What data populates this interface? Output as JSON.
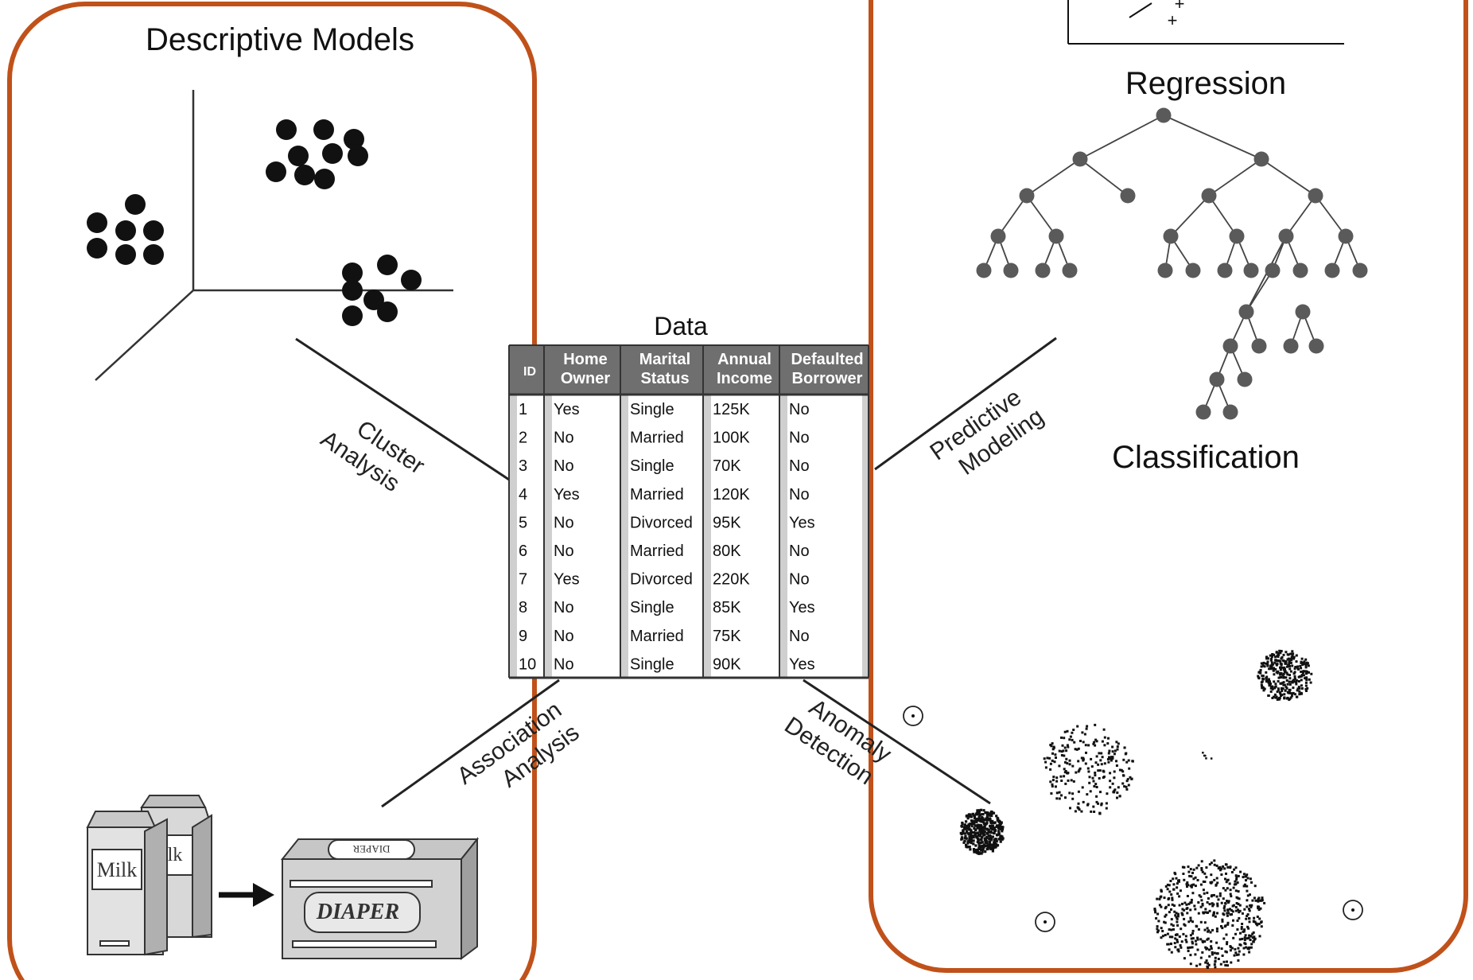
{
  "panels": {
    "descriptive_title": "Descriptive Models",
    "regression_label": "Regression",
    "classification_label": "Classification",
    "accent_color": "#c0511a"
  },
  "data_table": {
    "title": "Data",
    "headers": [
      "ID",
      "Home Owner",
      "Marital Status",
      "Annual Income",
      "Defaulted Borrower"
    ],
    "rows": [
      [
        "1",
        "Yes",
        "Single",
        "125K",
        "No"
      ],
      [
        "2",
        "No",
        "Married",
        "100K",
        "No"
      ],
      [
        "3",
        "No",
        "Single",
        "70K",
        "No"
      ],
      [
        "4",
        "Yes",
        "Married",
        "120K",
        "No"
      ],
      [
        "5",
        "No",
        "Divorced",
        "95K",
        "Yes"
      ],
      [
        "6",
        "No",
        "Married",
        "80K",
        "No"
      ],
      [
        "7",
        "Yes",
        "Divorced",
        "220K",
        "No"
      ],
      [
        "8",
        "No",
        "Single",
        "85K",
        "Yes"
      ],
      [
        "9",
        "No",
        "Married",
        "75K",
        "No"
      ],
      [
        "10",
        "No",
        "Single",
        "90K",
        "Yes"
      ]
    ]
  },
  "tasks": {
    "cluster": [
      "Cluster",
      "Analysis"
    ],
    "association": [
      "Association",
      "Analysis"
    ],
    "predictive": [
      "Predictive",
      "Modeling"
    ],
    "anomaly": [
      "Anomaly",
      "Detection"
    ]
  },
  "illustrations": {
    "milk_label": "Milk",
    "milk_label_back": "lk",
    "diaper_label": "DIAPER",
    "diaper_lid_label": "DIAPER",
    "regression_marks": [
      "+",
      "+"
    ]
  }
}
